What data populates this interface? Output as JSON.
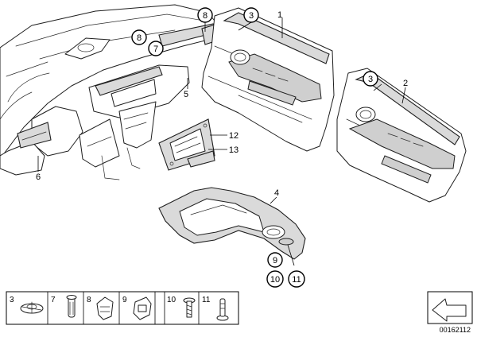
{
  "diagram": {
    "callouts": [
      {
        "id": "c1",
        "label": "1",
        "circled": false
      },
      {
        "id": "c2",
        "label": "2",
        "circled": false
      },
      {
        "id": "c3a",
        "label": "3",
        "circled": true
      },
      {
        "id": "c3b",
        "label": "3",
        "circled": true
      },
      {
        "id": "c4",
        "label": "4",
        "circled": false
      },
      {
        "id": "c5",
        "label": "5",
        "circled": false
      },
      {
        "id": "c6",
        "label": "6",
        "circled": false
      },
      {
        "id": "c7",
        "label": "7",
        "circled": true
      },
      {
        "id": "c8a",
        "label": "8",
        "circled": true
      },
      {
        "id": "c8b",
        "label": "8",
        "circled": true
      },
      {
        "id": "c9",
        "label": "9",
        "circled": true
      },
      {
        "id": "c10",
        "label": "10",
        "circled": true
      },
      {
        "id": "c11",
        "label": "11",
        "circled": true
      },
      {
        "id": "c12",
        "label": "12",
        "circled": false
      },
      {
        "id": "c13",
        "label": "13",
        "circled": false
      }
    ],
    "legend": [
      {
        "label": "3",
        "icon": "retainer-clip-icon"
      },
      {
        "label": "7",
        "icon": "expanding-rivet-icon"
      },
      {
        "label": "8",
        "icon": "spring-clip-icon"
      },
      {
        "label": "9",
        "icon": "bracket-clip-icon"
      },
      {
        "label": "",
        "icon": "square-nut-icon"
      },
      {
        "label": "10",
        "icon": "screw-icon"
      },
      {
        "label": "11",
        "icon": "push-pin-icon"
      }
    ],
    "reference_number": "00162112",
    "colors": {
      "line": "#1e1e1e",
      "trim": "#dadada",
      "background": "#ffffff"
    }
  }
}
